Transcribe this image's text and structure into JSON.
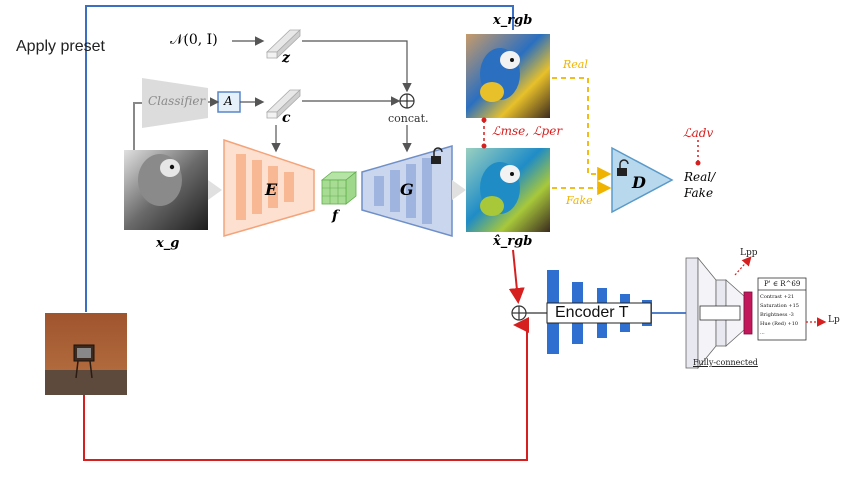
{
  "toolbar": {
    "apply_preset_label": "Apply preset"
  },
  "diagram": {
    "noise_label": "𝒩(0, I)",
    "z_label": "z",
    "c_label": "c",
    "classifier_label": "Classifier",
    "a_label": "A",
    "concat_label": "concat.",
    "concat_symbol": "⊕",
    "encoder_label": "E",
    "feature_label": "f",
    "generator_label": "G",
    "discriminator_label": "D",
    "xg_label": "x_g",
    "xrgb_label": "x_rgb",
    "xhat_label": "x̂_rgb",
    "real_label": "Real",
    "fake_label": "Fake",
    "real_fake_label_1": "Real/",
    "real_fake_label_2": "Fake",
    "loss_mse_per_label": "ℒmse, ℒper",
    "loss_adv_label": "ℒadv",
    "encoder_t_label": "Encoder T",
    "lpp_label": "Lpp",
    "lp_label": "Lp",
    "fc_label": "Fully-connected",
    "param_box": {
      "title": "P' ∈ R^69",
      "rows": [
        "Contrast +21",
        "Saturation +15",
        "Brightness -3",
        "Hue (Red) +10",
        "..."
      ]
    },
    "colors": {
      "blue_line": "#3a6fc4",
      "red_line": "#d61f1f",
      "orange_encoder": "#f3a47b",
      "blue_generator": "#8fa8d8",
      "discriminator": "#a8cde8",
      "feature_green": "#8fd47a",
      "real_fake_arrow": "#f0b400",
      "encoder_t_bars": "#2f6fd0"
    }
  }
}
